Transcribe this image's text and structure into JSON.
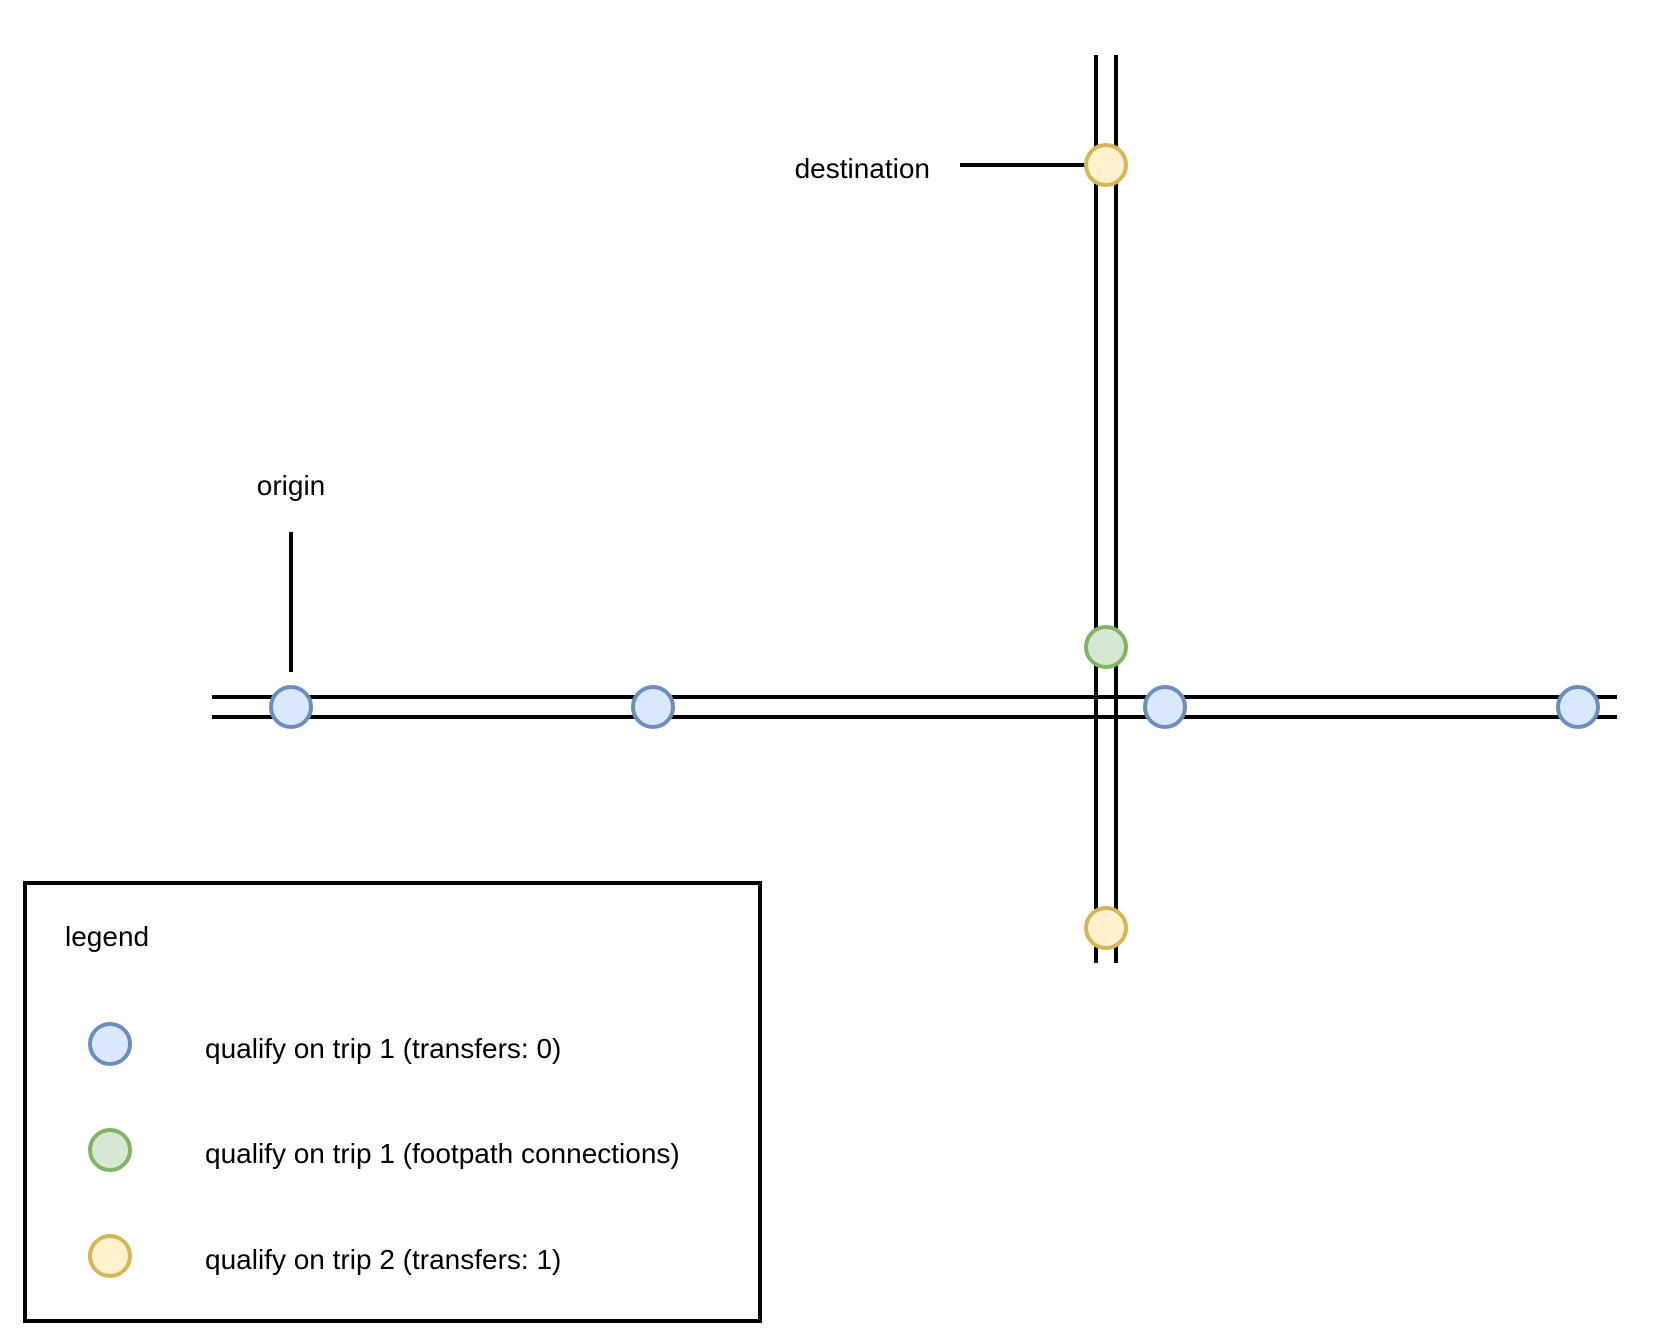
{
  "labels": {
    "origin": "origin",
    "destination": "destination"
  },
  "legend": {
    "title": "legend",
    "items": [
      {
        "label": "qualify on trip 1 (transfers: 0)",
        "kind": "trip1"
      },
      {
        "label": "qualify on trip 1 (footpath connections)",
        "kind": "footpath"
      },
      {
        "label": "qualify on trip 2 (transfers: 1)",
        "kind": "trip2"
      }
    ]
  },
  "stop_styles": {
    "trip1": {
      "fill": "#dae8fc",
      "stroke": "#6c8ebf"
    },
    "footpath": {
      "fill": "#d5e8d4",
      "stroke": "#82b366"
    },
    "trip2": {
      "fill": "#fff2cc",
      "stroke": "#d6b656"
    }
  },
  "line_color": "#000000"
}
